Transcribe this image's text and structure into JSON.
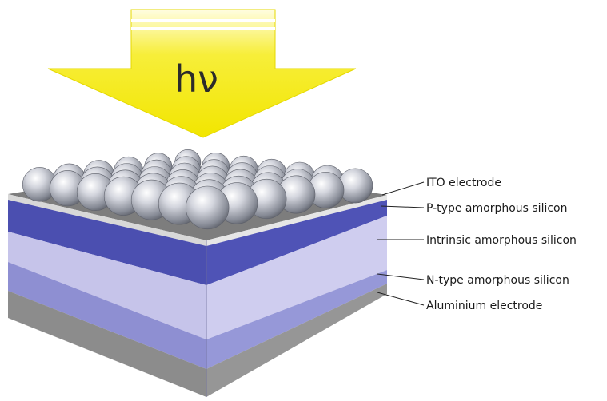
{
  "arrow": {
    "text": "hν"
  },
  "labels": {
    "ito": "ITO electrode",
    "p_type": "P-type amorphous silicon",
    "intrinsic": "Intrinsic amorphous silicon",
    "n_type": "N-type amorphous silicon",
    "aluminium": "Aluminium electrode"
  },
  "colors": {
    "arrow": "#f2e600",
    "ito": "#d8d8d8",
    "p_type": "#4b4fb0",
    "intrinsic": "#c6c4ea",
    "n_type": "#8e8fd2",
    "aluminium": "#8c8c8c",
    "top_surface": "#7d7d7d"
  },
  "nanospheres": {
    "rows": 6,
    "per_row": 7
  }
}
